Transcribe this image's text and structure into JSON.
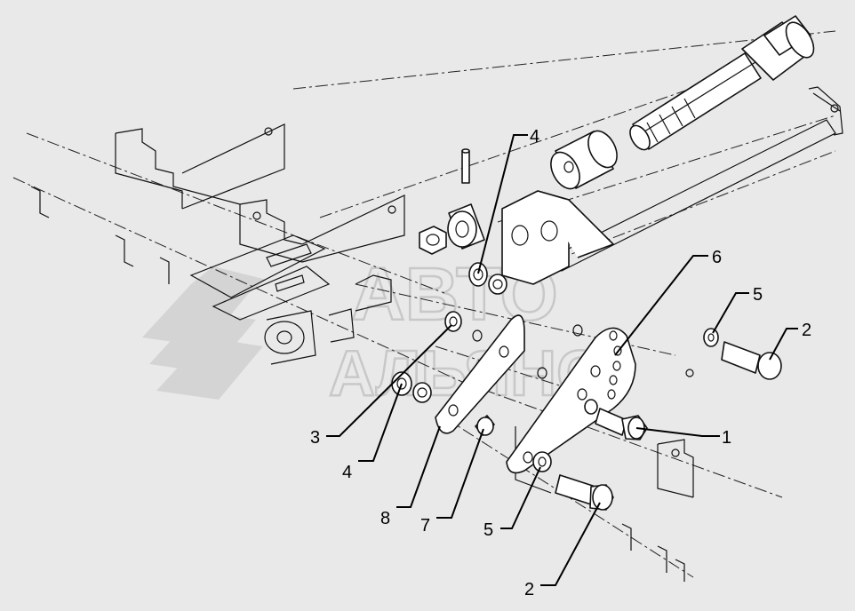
{
  "watermark": {
    "line1": "АВТО",
    "line2": "АЛЬЯНС"
  },
  "callouts": [
    {
      "id": "c4-top",
      "label": "4"
    },
    {
      "id": "c6",
      "label": "6"
    },
    {
      "id": "c5-right",
      "label": "5"
    },
    {
      "id": "c2-right",
      "label": "2"
    },
    {
      "id": "c1",
      "label": "1"
    },
    {
      "id": "c3",
      "label": "3"
    },
    {
      "id": "c4-left",
      "label": "4"
    },
    {
      "id": "c8",
      "label": "8"
    },
    {
      "id": "c7",
      "label": "7"
    },
    {
      "id": "c5-bottom",
      "label": "5"
    },
    {
      "id": "c2-bottom",
      "label": "2"
    }
  ]
}
